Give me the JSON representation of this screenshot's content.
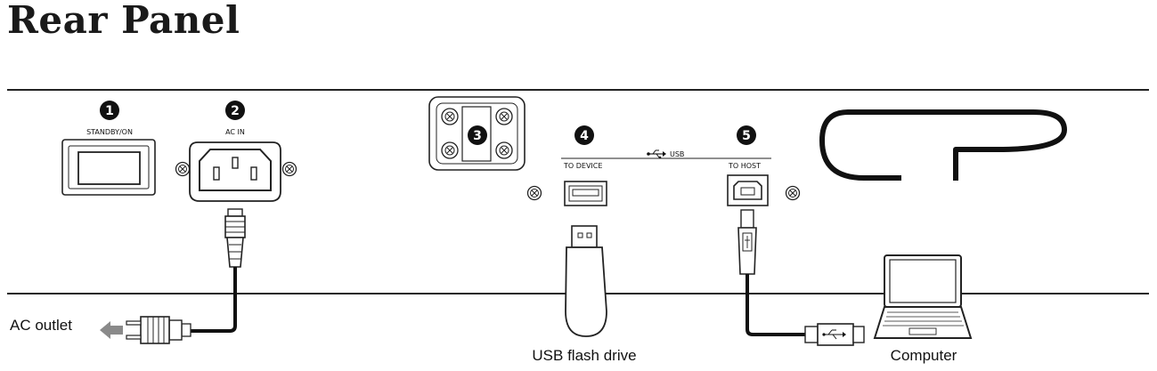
{
  "title": "Rear Panel",
  "callouts": {
    "n1": "1",
    "n2": "2",
    "n3": "3",
    "n4": "4",
    "n5": "5"
  },
  "panel_labels": {
    "standby": "STANDBY/ON",
    "ac_in": "AC IN",
    "usb": "USB",
    "to_device": "TO DEVICE",
    "to_host": "TO HOST"
  },
  "captions": {
    "ac_outlet": "AC outlet",
    "usb_flash": "USB flash drive",
    "computer": "Computer"
  }
}
